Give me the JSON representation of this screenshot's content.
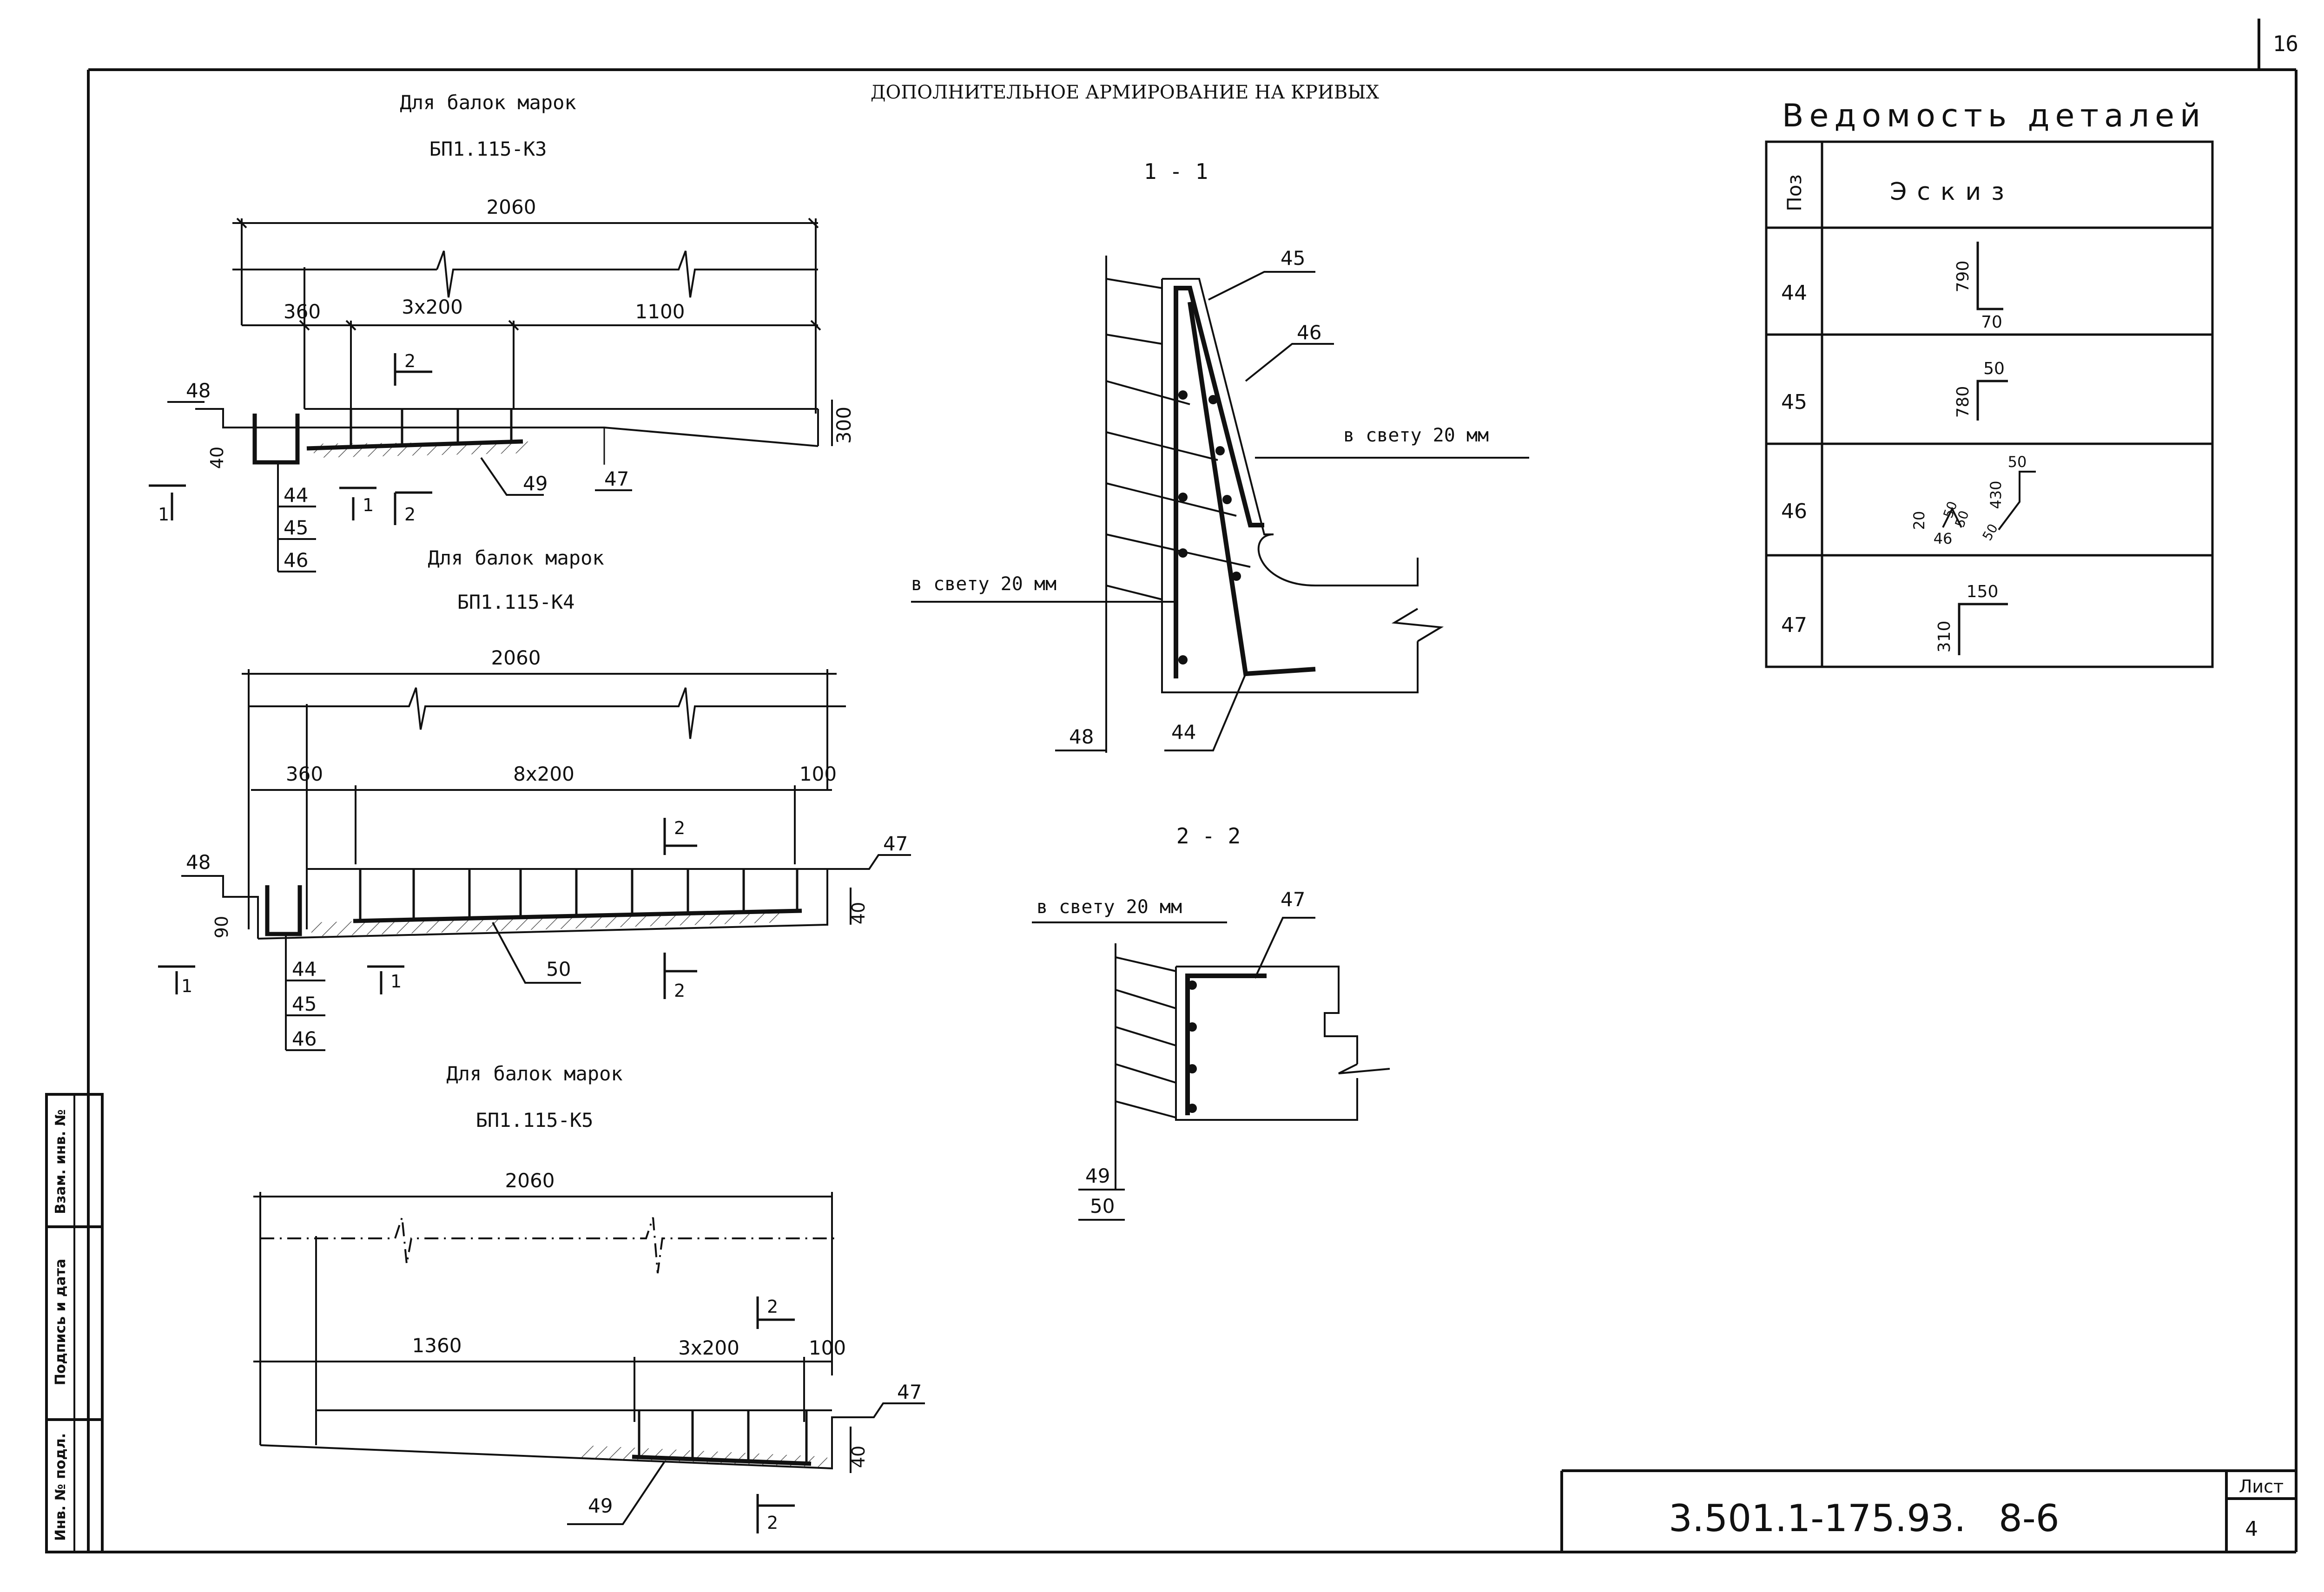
{
  "sheet": {
    "page_number": "16",
    "main_title": "ДОПОЛНИТЕЛЬНОЕ АРМИРОВАНИЕ НА КРИВЫХ"
  },
  "beam_k3": {
    "caption_line1": "Для балок марок",
    "caption_line2": "БП1.115-К3",
    "dim_total": "2060",
    "dim_a": "360",
    "dim_b": "3x200",
    "dim_c": "1100",
    "dim_height": "300",
    "dim_small": "40",
    "pos_48": "48",
    "pos_49": "49",
    "pos_47": "47",
    "pos_stack": [
      "44",
      "45",
      "46"
    ],
    "section_1": "1",
    "section_2": "2"
  },
  "beam_k4": {
    "caption_line1": "Для балок марок",
    "caption_line2": "БП1.115-К4",
    "dim_total": "2060",
    "dim_a": "360",
    "dim_b": "8x200",
    "dim_c": "100",
    "dim_left": "90",
    "dim_right": "40",
    "pos_48": "48",
    "pos_47": "47",
    "pos_50": "50",
    "pos_stack": [
      "44",
      "45",
      "46"
    ],
    "section_1": "1",
    "section_2": "2"
  },
  "beam_k5": {
    "caption_line1": "Для балок марок",
    "caption_line2": "БП1.115-К5",
    "dim_total": "2060",
    "dim_a": "1360",
    "dim_b": "3x200",
    "dim_c": "100",
    "dim_right": "40",
    "pos_47": "47",
    "pos_49": "49",
    "section_2": "2"
  },
  "section_1_1": {
    "title": "1 - 1",
    "pos_45": "45",
    "pos_46": "46",
    "pos_48": "48",
    "pos_44": "44",
    "clear_right": "в свету 20 мм",
    "clear_left": "в свету 20 мм"
  },
  "section_2_2": {
    "title": "2 - 2",
    "clear": "в свету 20 мм",
    "pos_47": "47",
    "pos_49": "49",
    "pos_50": "50"
  },
  "details_table": {
    "title": "Ведомость деталей",
    "col_pos": "Поз",
    "col_sketch": "Эскиз",
    "rows": [
      {
        "pos": "44",
        "dims": [
          "790",
          "70"
        ]
      },
      {
        "pos": "45",
        "dims": [
          "780",
          "50"
        ]
      },
      {
        "pos": "46",
        "dims": [
          "20",
          "46",
          "50",
          "50",
          "430",
          "50",
          "50"
        ]
      },
      {
        "pos": "47",
        "dims": [
          "310",
          "150"
        ]
      }
    ]
  },
  "side_stamp": {
    "label1": "Взам. инв. №",
    "label2": "Подпись и дата",
    "label3": "Инв. № подл."
  },
  "title_block": {
    "code": "3.501.1-175.93.",
    "sheet_ref": "8-6",
    "sheet_label": "Лист",
    "sheet_no": "4"
  }
}
